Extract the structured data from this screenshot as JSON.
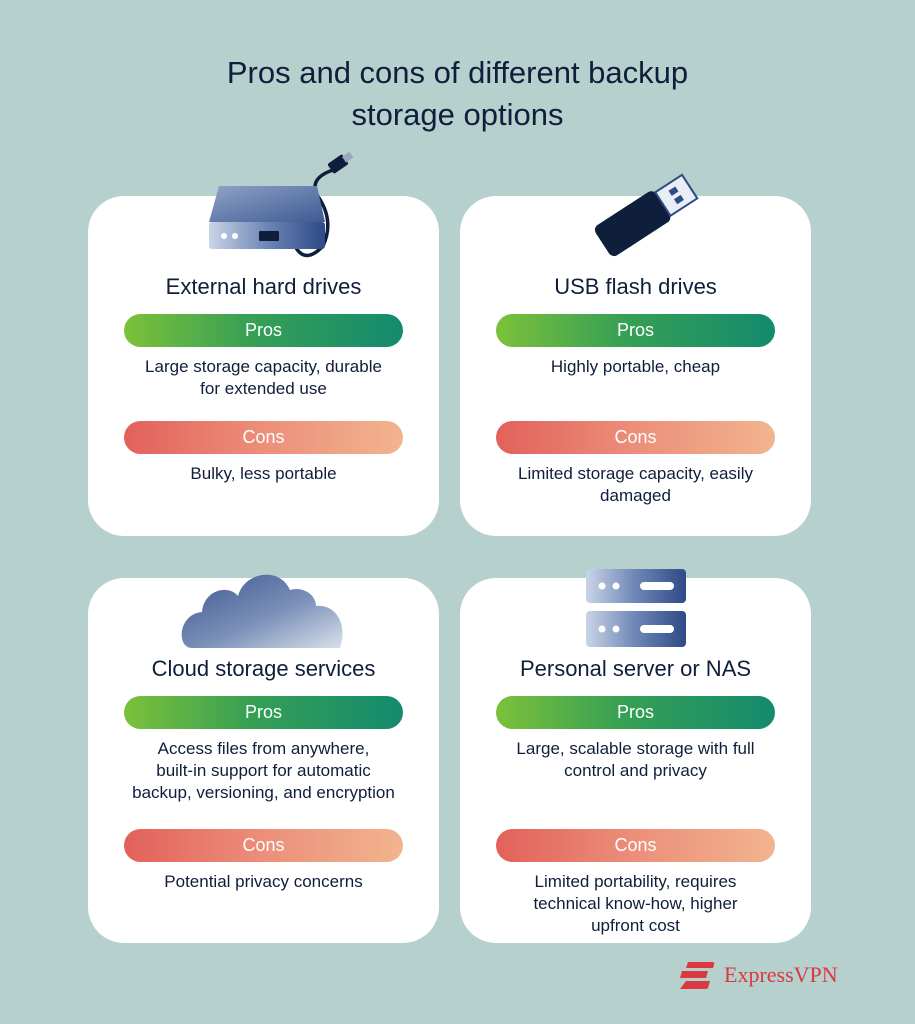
{
  "title": {
    "line1": "Pros and cons of different backup",
    "line2": "storage options"
  },
  "cards": [
    {
      "title": "External hard drives",
      "pros_label": "Pros",
      "pros_lines": [
        "Large storage capacity, durable",
        "for extended use"
      ],
      "cons_label": "Cons",
      "cons_lines": [
        "Bulky, less portable"
      ],
      "icon": "external-hard-drive-icon"
    },
    {
      "title": "USB flash drives",
      "pros_label": "Pros",
      "pros_lines": [
        "Highly portable, cheap"
      ],
      "cons_label": "Cons",
      "cons_lines": [
        "Limited storage capacity, easily",
        "damaged"
      ],
      "icon": "usb-flash-drive-icon"
    },
    {
      "title": "Cloud storage services",
      "pros_label": "Pros",
      "pros_lines": [
        "Access files from anywhere,",
        "built-in support for automatic",
        "backup, versioning, and encryption"
      ],
      "cons_label": "Cons",
      "cons_lines": [
        "Potential privacy concerns"
      ],
      "icon": "cloud-icon"
    },
    {
      "title": "Personal server or NAS",
      "pros_label": "Pros",
      "pros_lines": [
        "Large, scalable storage with full",
        "control and privacy"
      ],
      "cons_label": "Cons",
      "cons_lines": [
        "Limited portability, requires",
        "technical know-how, higher",
        "upfront cost"
      ],
      "icon": "server-icon"
    }
  ],
  "logo": {
    "text": "ExpressVPN",
    "icon": "expressvpn-logo-icon"
  },
  "colors": {
    "background": "#b6d0ce",
    "card": "#ffffff",
    "text": "#0f1e3a",
    "pros_gradient": [
      "#7cc13a",
      "#138a6e"
    ],
    "cons_gradient": [
      "#e2615a",
      "#f2b48e"
    ],
    "brand": "#da3940"
  }
}
